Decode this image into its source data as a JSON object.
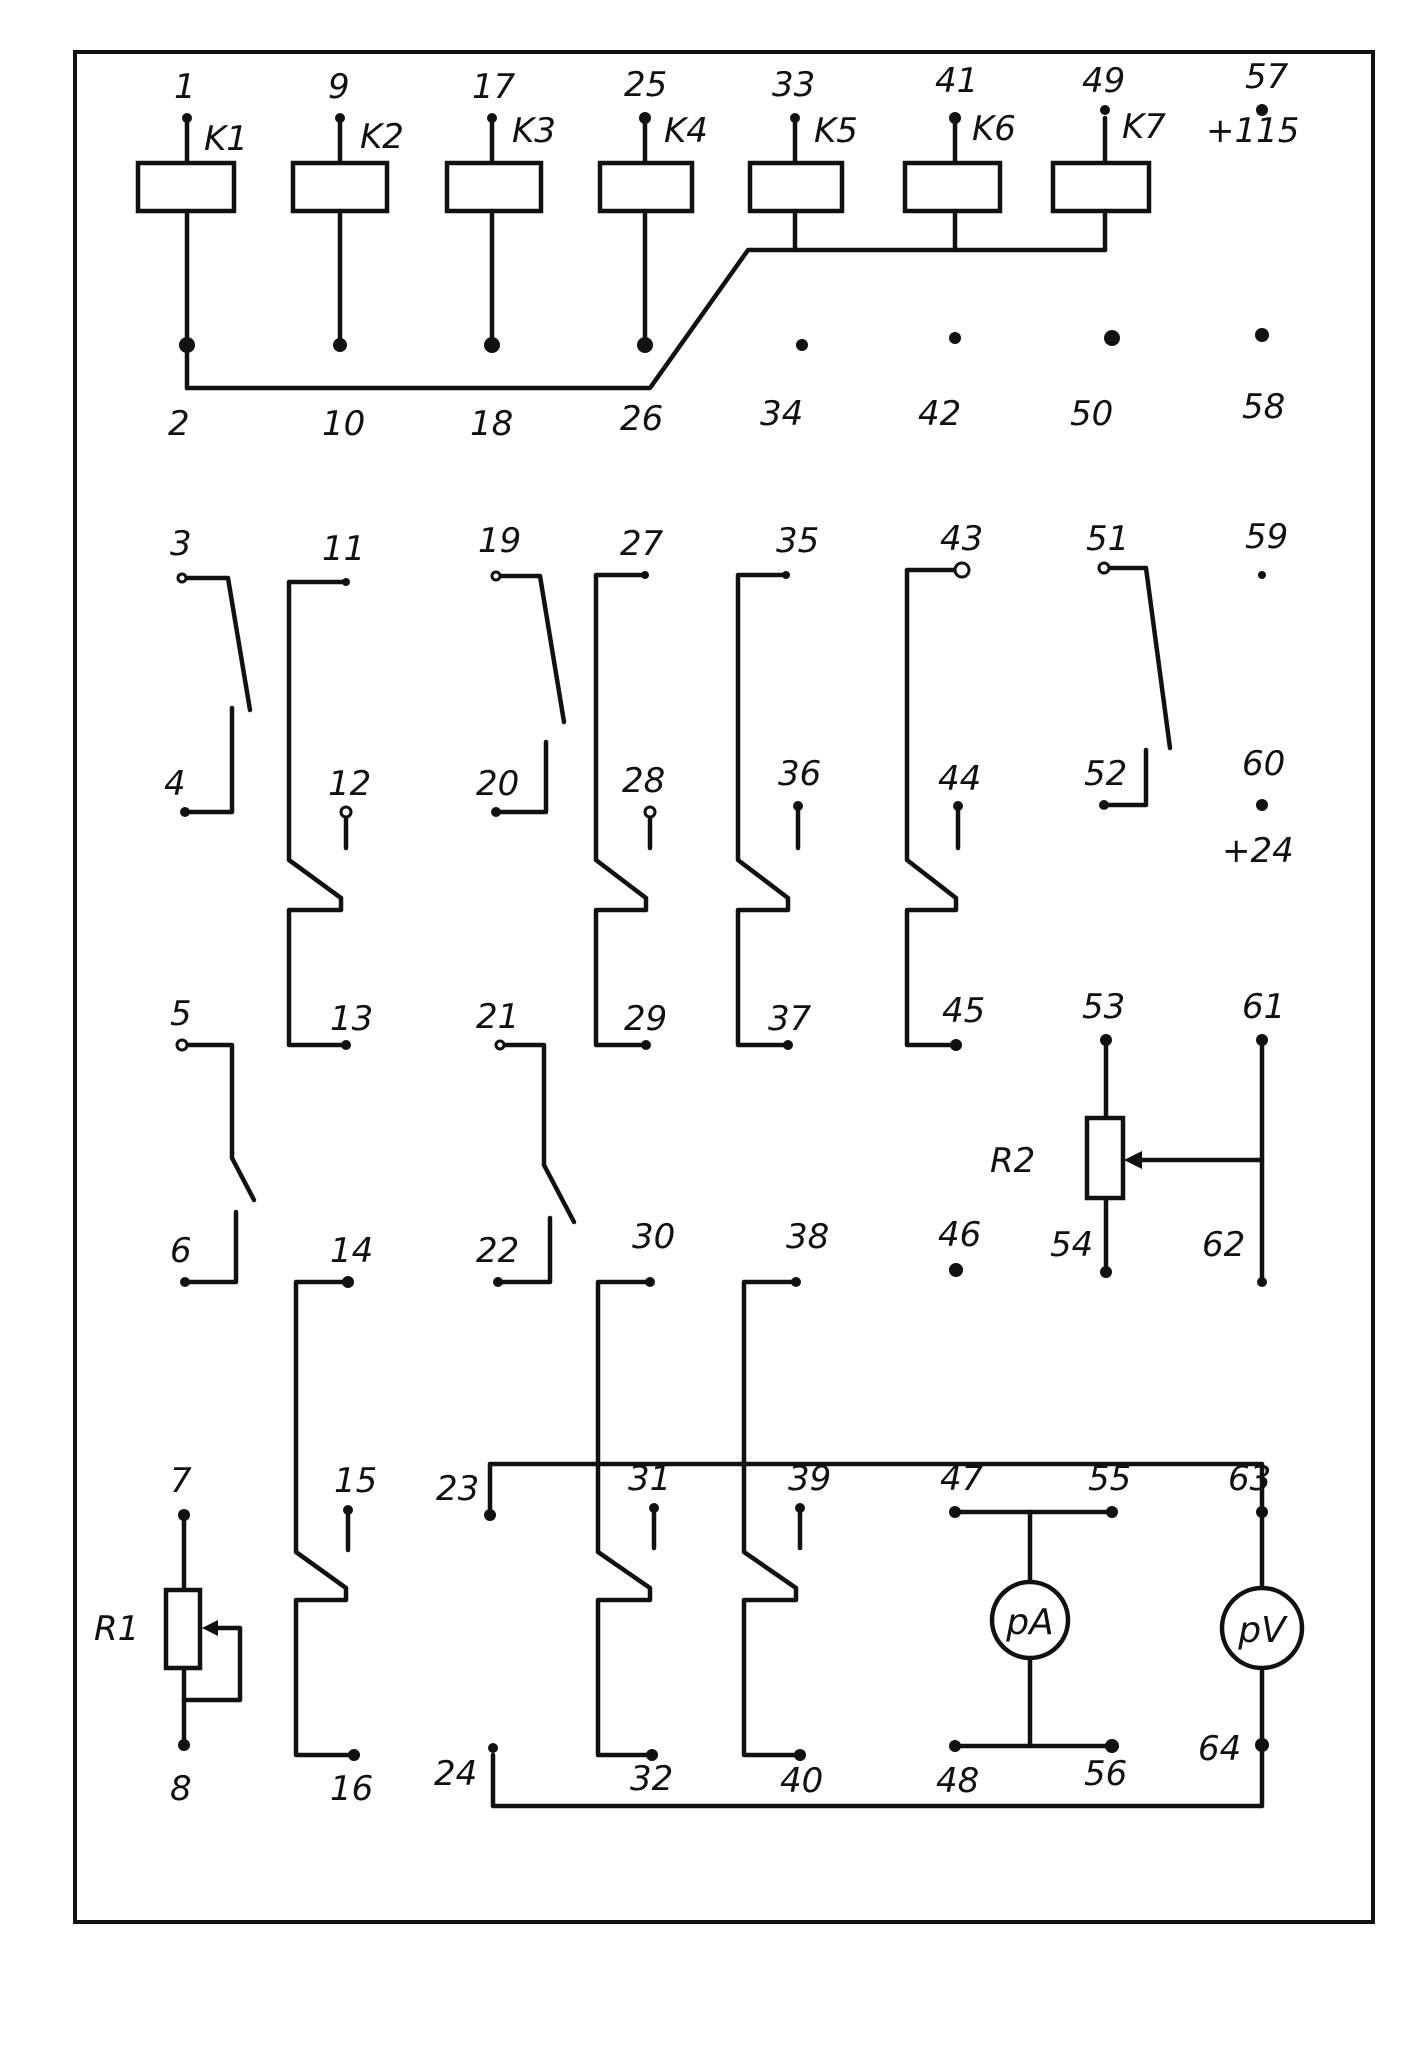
{
  "terminals": {
    "t1": "1",
    "t2": "2",
    "t3": "3",
    "t4": "4",
    "t5": "5",
    "t6": "6",
    "t7": "7",
    "t8": "8",
    "t9": "9",
    "t10": "10",
    "t11": "11",
    "t12": "12",
    "t13": "13",
    "t14": "14",
    "t15": "15",
    "t16": "16",
    "t17": "17",
    "t18": "18",
    "t19": "19",
    "t20": "20",
    "t21": "21",
    "t22": "22",
    "t23": "23",
    "t24": "24",
    "t25": "25",
    "t26": "26",
    "t27": "27",
    "t28": "28",
    "t29": "29",
    "t30": "30",
    "t31": "31",
    "t32": "32",
    "t33": "33",
    "t34": "34",
    "t35": "35",
    "t36": "36",
    "t37": "37",
    "t38": "38",
    "t39": "39",
    "t40": "40",
    "t41": "41",
    "t42": "42",
    "t43": "43",
    "t44": "44",
    "t45": "45",
    "t46": "46",
    "t47": "47",
    "t48": "48",
    "t49": "49",
    "t50": "50",
    "t51": "51",
    "t52": "52",
    "t53": "53",
    "t54": "54",
    "t55": "55",
    "t56": "56",
    "t57": "57",
    "t58": "58",
    "t59": "59",
    "t60": "60",
    "t61": "61",
    "t62": "62",
    "t63": "63",
    "t64": "64"
  },
  "relays": {
    "k1": "K1",
    "k2": "K2",
    "k3": "K3",
    "k4": "K4",
    "k5": "K5",
    "k6": "K6",
    "k7": "K7"
  },
  "supply": {
    "v115": "+115",
    "v24": "+24"
  },
  "resistors": {
    "r1": "R1",
    "r2": "R2"
  },
  "meters": {
    "ammeter": "pA",
    "voltmeter": "pV"
  },
  "colors": {
    "ink": "#111111",
    "paper": "#ffffff"
  }
}
